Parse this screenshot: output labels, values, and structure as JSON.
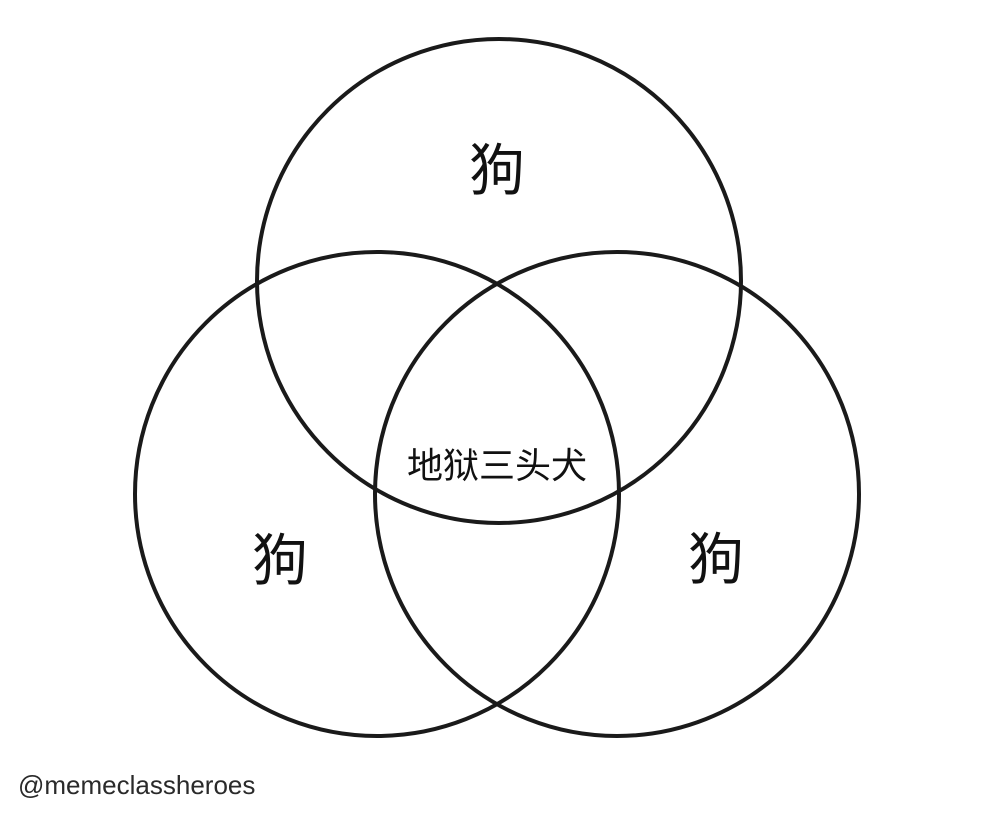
{
  "diagram": {
    "type": "venn-3",
    "regions": {
      "top": "狗",
      "left": "狗",
      "right": "狗",
      "center": "地狱三头犬"
    },
    "stroke_color": "#1a1a1a",
    "background_color": "#ffffff"
  },
  "watermark": "@memeclassheroes"
}
